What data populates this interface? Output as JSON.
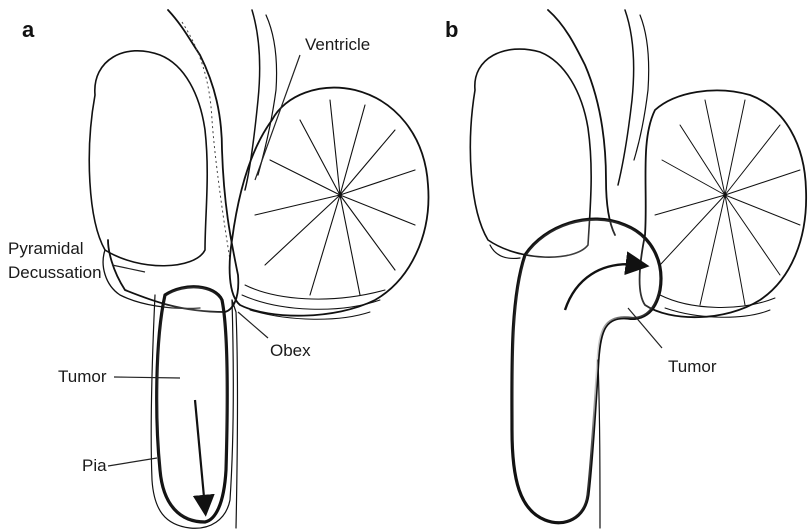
{
  "panels": [
    {
      "letter": "a",
      "labels": {
        "ventricle": "Ventricle",
        "pyramidal_1": "Pyramidal",
        "pyramidal_2": "Decussation",
        "obex": "Obex",
        "tumor": "Tumor",
        "pia": "Pia"
      }
    },
    {
      "letter": "b",
      "labels": {
        "tumor": "Tumor"
      }
    }
  ],
  "colors": {
    "ink": "#111111",
    "background": "#ffffff"
  }
}
